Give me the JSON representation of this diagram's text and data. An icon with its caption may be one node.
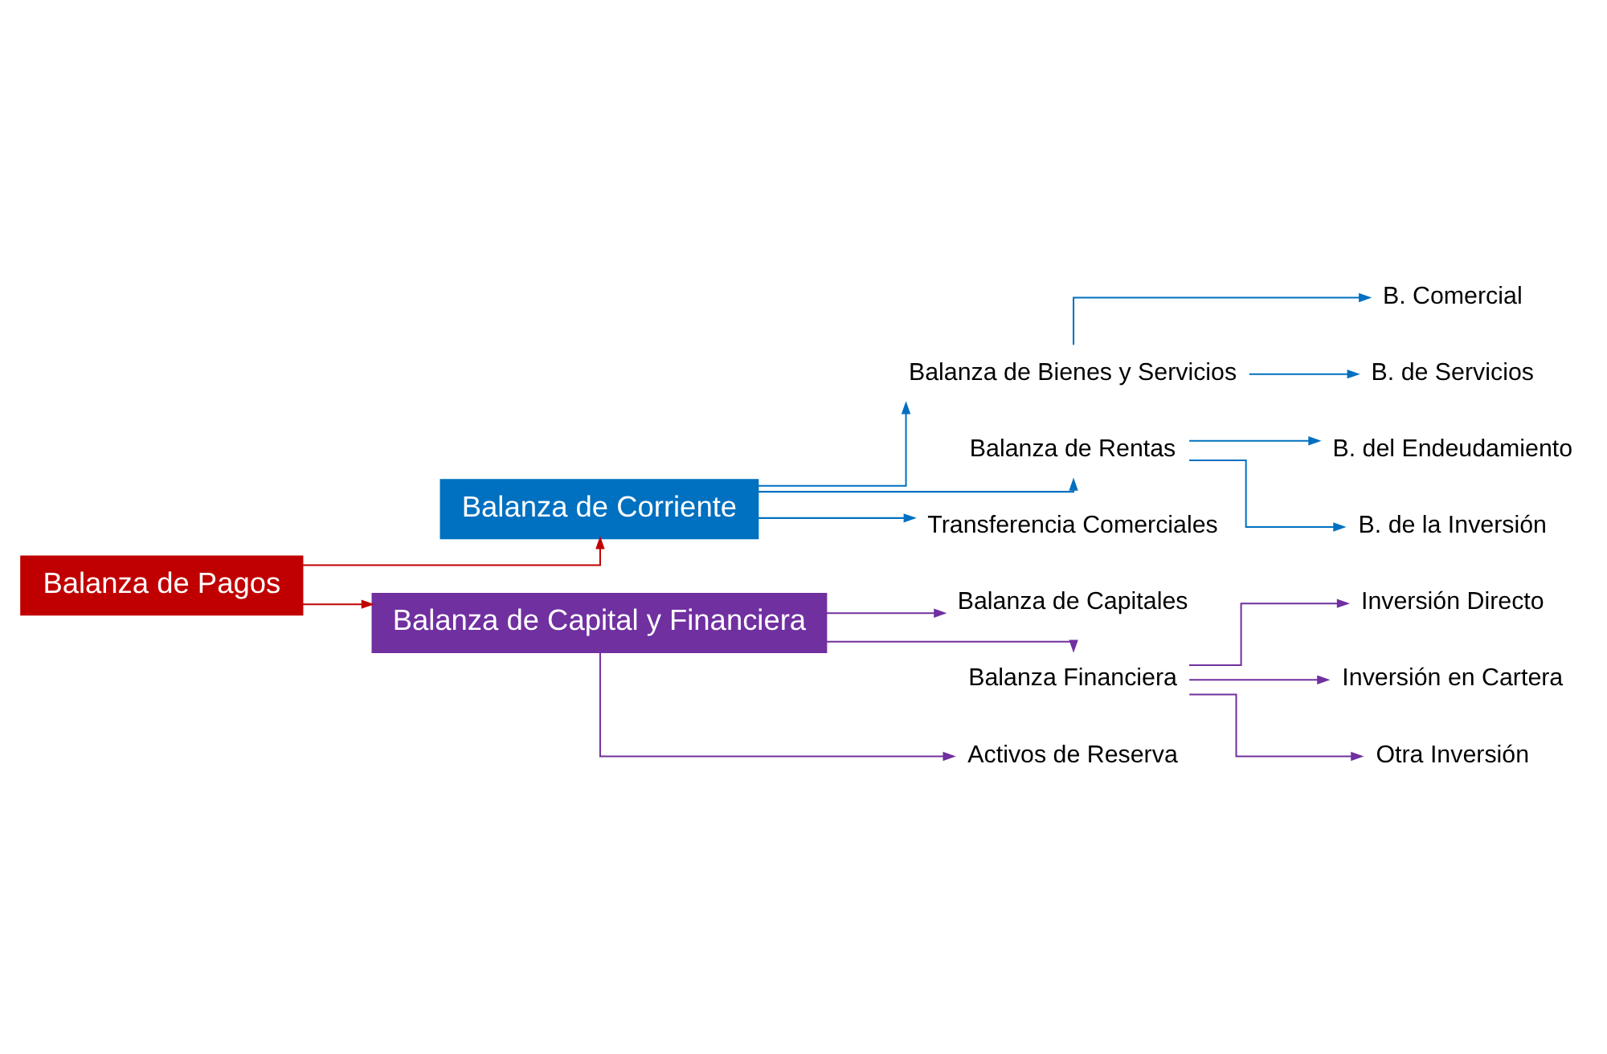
{
  "diagram": {
    "nodes": [
      {
        "text": [
          "Balanza de Pagos"
        ]
      },
      {
        "text": [
          "Balanza de Corriente"
        ]
      },
      {
        "text": [
          "Balanza de Capital y Financiera"
        ]
      },
      {
        "text": [
          "Balanza de Bienes y Servicios"
        ]
      },
      {
        "text": [
          "B. Comercial"
        ]
      },
      {
        "text": [
          "B. de Servicios"
        ]
      },
      {
        "text": [
          "Balanza de Rentas"
        ]
      },
      {
        "text": [
          "B. del Endeudamiento"
        ]
      },
      {
        "text": [
          "B. de la Inversión"
        ]
      },
      {
        "text": [
          "Transferencia Comerciales"
        ]
      },
      {
        "text": [
          "Balanza de Capitales"
        ]
      },
      {
        "text": [
          "Balanza Financiera"
        ]
      },
      {
        "text": [
          "Inversión Directo"
        ]
      },
      {
        "text": [
          "Inversión en Cartera"
        ]
      },
      {
        "text": [
          "Otra Inversión"
        ]
      },
      {
        "text": [
          "Activos de Reserva"
        ]
      }
    ],
    "edges": [
      {
        "from": 0,
        "to": 1,
        "arrow": "to",
        "color": "#c00000"
      },
      {
        "from": 0,
        "to": 2,
        "arrow": "to",
        "color": "#c00000"
      },
      {
        "from": 1,
        "to": 3,
        "arrow": "to"
      },
      {
        "from": 3,
        "to": 4,
        "arrow": "to"
      },
      {
        "from": 3,
        "to": 5,
        "arrow": "to"
      },
      {
        "from": 1,
        "to": 6,
        "arrow": "to"
      },
      {
        "from": 6,
        "to": 7,
        "arrow": "to"
      },
      {
        "from": 6,
        "to": 8,
        "arrow": "to"
      },
      {
        "from": 1,
        "to": 9,
        "arrow": "to"
      },
      {
        "from": 2,
        "to": 10,
        "arrow": "to",
        "color": "#7030a0"
      },
      {
        "from": 2,
        "to": 11,
        "arrow": "to",
        "color": "#7030a0"
      },
      {
        "from": 11,
        "to": 12,
        "arrow": "to",
        "color": "#7030a0"
      },
      {
        "from": 11,
        "to": 13,
        "arrow": "to",
        "color": "#7030a0"
      },
      {
        "from": 11,
        "to": 14,
        "arrow": "to",
        "color": "#7030a0"
      },
      {
        "from": 2,
        "to": 15,
        "arrow": "to",
        "color": "#7030a0"
      }
    ]
  }
}
